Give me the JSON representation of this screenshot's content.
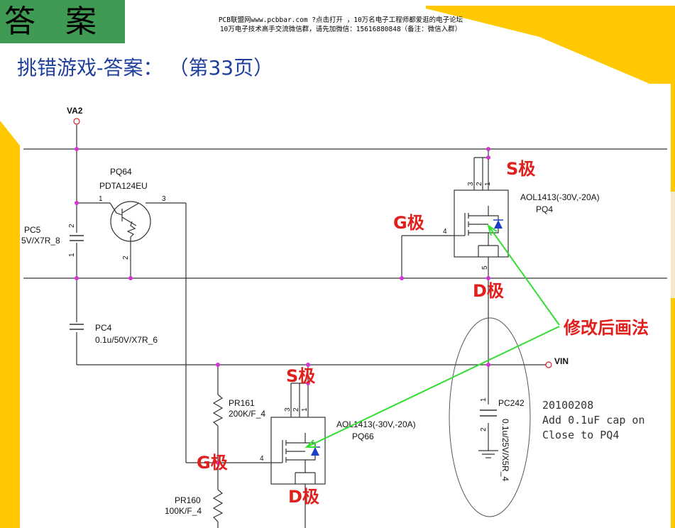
{
  "header": {
    "badge": "答 案",
    "watermark_line1": "PCB联盟网www.pcbbar.com ?点击打开 ，10万名电子工程师都爱逛的电子论坛",
    "watermark_line2": "10万电子技术高手交流微信群，请先加微信：15616880848（备注：微信入群）",
    "title_prefix": "挑错游戏-答案：",
    "title_page_open": "（第",
    "title_page_num": "33",
    "title_page_close": "页）"
  },
  "schematic": {
    "net_va2": "VA2",
    "net_vin": "VIN",
    "pq64_ref": "PQ64",
    "pq64_part": "PDTA124EU",
    "pc5_ref": "PC5",
    "pc5_val": "5V/X7R_8",
    "pc4_ref": "PC4",
    "pc4_val": "0.1u/50V/X7R_6",
    "pq4_part": "AOL1413(-30V,-20A)",
    "pq4_ref": "PQ4",
    "pr161_ref": "PR161",
    "pr161_val": "200K/F_4",
    "pr160_ref": "PR160",
    "pr160_val": "100K/F_4",
    "pq66_part": "AOL1413(-30V,-20A)",
    "pq66_ref": "PQ66",
    "pc242_ref": "PC242",
    "pc242_val": "0.1u/25V/X5R_4",
    "note_line1": "20100208",
    "note_line2": "Add 0.1uF cap on",
    "note_line3": "Close to PQ4",
    "pins": {
      "p1": "1",
      "p2": "2",
      "p3": "3",
      "p4": "4",
      "p5": "5"
    }
  },
  "annotations": {
    "s_pole": "S极",
    "g_pole": "G极",
    "d_pole": "D极",
    "modified": "修改后画法"
  },
  "colors": {
    "badge_bg": "#3f9b54",
    "title": "#1f3f9c",
    "annotation_red": "#e0201c",
    "arrow_green": "#33dd33",
    "junction": "#d633d6",
    "deco_yellow": "#ffc800"
  }
}
